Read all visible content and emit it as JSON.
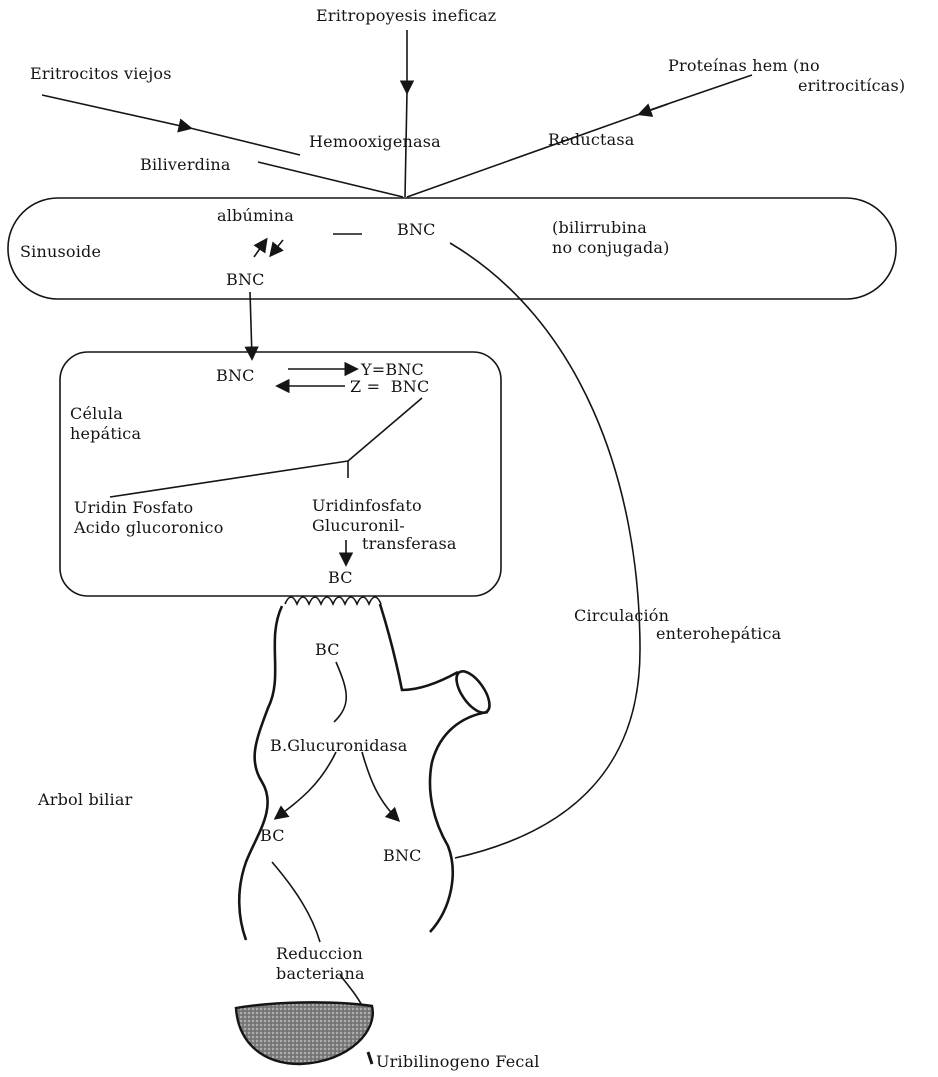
{
  "labels": {
    "eritropoyesis": "Eritropoyesis ineficaz",
    "eritrocitos": "Eritrocitos viejos",
    "proteinas_1": "Proteínas hem (no",
    "proteinas_2": "eritrocitícas)",
    "hemooxigenasa": "Hemooxigenasa",
    "reductasa": "Reductasa",
    "biliverdina": "Biliverdina",
    "albumina": "albúmina",
    "bnc_sinusoid": "BNC",
    "bilirrubina_1": "(bilirrubina",
    "bilirrubina_2": "no conjugada)",
    "sinusoide": "Sinusoide",
    "bnc_below_albumin": "BNC",
    "bnc_cell": "BNC",
    "y_bnc": "Y=BNC",
    "z_bnc": "Z =  BNC",
    "celula_1": "Célula",
    "celula_2": "hepática",
    "uridin_fosfato": "Uridin Fosfato",
    "acido": "Acido glucoronico",
    "uridinfosfato": "Uridinfosfato",
    "glucuronil": "Glucuronil-",
    "transferasa": "transferasa",
    "bc_top": "BC",
    "bc_duct": "BC",
    "circulacion_1": "Circulación",
    "circulacion_2": "enterohepática",
    "glucuronidasa": "B.Glucuronidasa",
    "arbol": "Arbol biliar",
    "bc_left": "BC",
    "bnc_right": "BNC",
    "reduccion_1": "Reduccion",
    "reduccion_2": "bacteriana",
    "uribilinogeno": "Uribilinogeno Fecal"
  },
  "colors": {
    "ink": "#151515",
    "paper": "#ffffff",
    "stool_fill": "#8a8a8a"
  }
}
